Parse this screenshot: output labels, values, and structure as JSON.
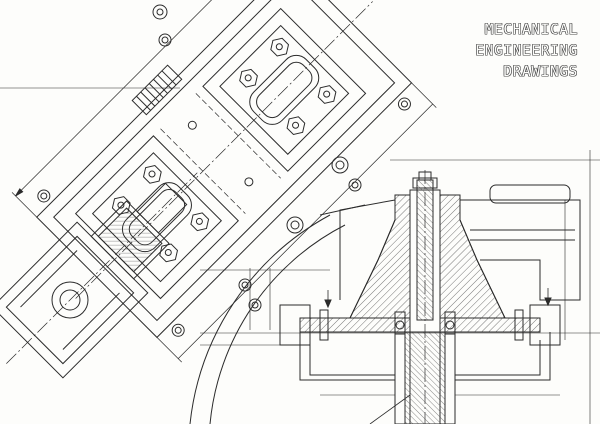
{
  "title": {
    "lines": [
      "MECHANICAL",
      "ENGINEERING",
      "DRAWINGS"
    ]
  },
  "palette": {
    "background": "#fdfdfb",
    "line": "#2b2b2b",
    "hatch": "#555555"
  }
}
